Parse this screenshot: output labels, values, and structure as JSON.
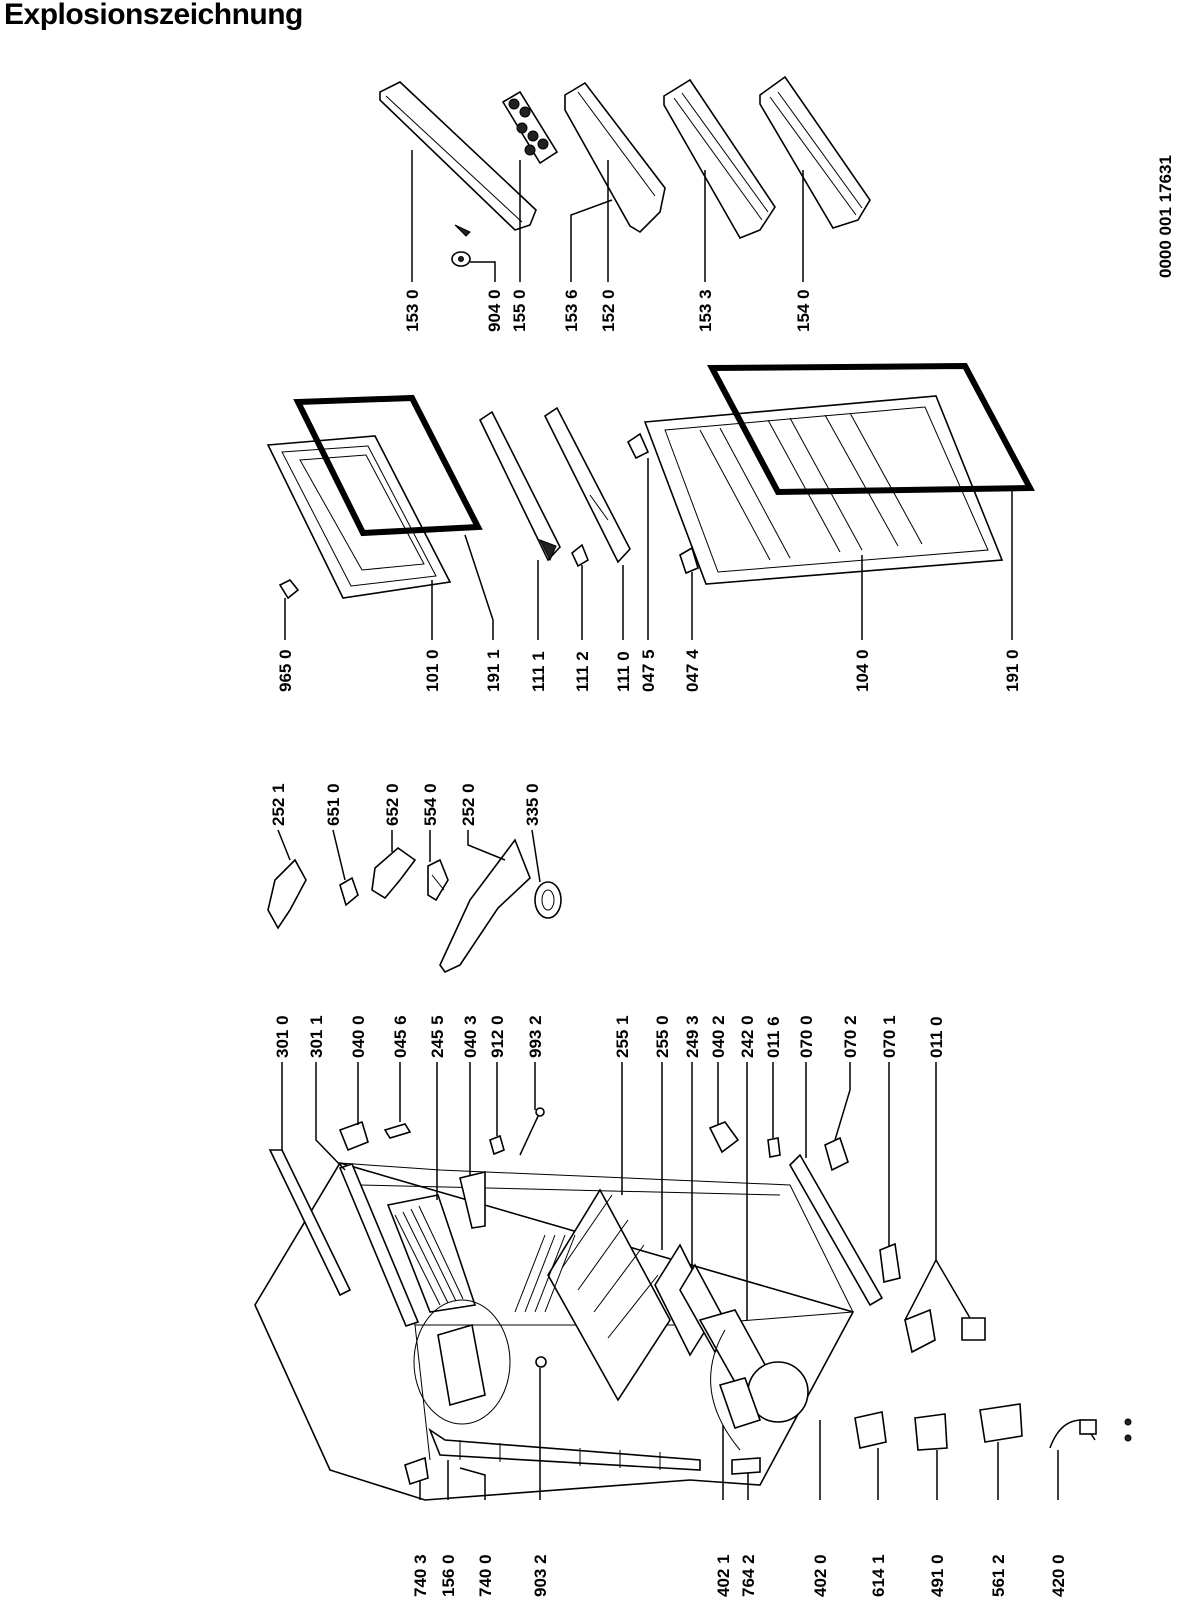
{
  "title": "Explosionszeichnung",
  "document_code": "0000 001 17631",
  "parts": [
    {
      "id": "p1530",
      "label": "153 0"
    },
    {
      "id": "p9040",
      "label": "904 0"
    },
    {
      "id": "p1550",
      "label": "155 0"
    },
    {
      "id": "p1536",
      "label": "153 6"
    },
    {
      "id": "p1520",
      "label": "152 0"
    },
    {
      "id": "p1533",
      "label": "153 3"
    },
    {
      "id": "p1540",
      "label": "154 0"
    },
    {
      "id": "p9650",
      "label": "965 0"
    },
    {
      "id": "p1010",
      "label": "101 0"
    },
    {
      "id": "p1911",
      "label": "191 1"
    },
    {
      "id": "p1111",
      "label": "111 1"
    },
    {
      "id": "p1112",
      "label": "111 2"
    },
    {
      "id": "p1110",
      "label": "111 0"
    },
    {
      "id": "p0475",
      "label": "047 5"
    },
    {
      "id": "p0474",
      "label": "047 4"
    },
    {
      "id": "p1040",
      "label": "104 0"
    },
    {
      "id": "p1910",
      "label": "191 0"
    },
    {
      "id": "p2521",
      "label": "252 1"
    },
    {
      "id": "p6510",
      "label": "651 0"
    },
    {
      "id": "p6520",
      "label": "652 0"
    },
    {
      "id": "p5540",
      "label": "554 0"
    },
    {
      "id": "p2520",
      "label": "252 0"
    },
    {
      "id": "p3350",
      "label": "335 0"
    },
    {
      "id": "p3010",
      "label": "301 0"
    },
    {
      "id": "p3011",
      "label": "301 1"
    },
    {
      "id": "p0400",
      "label": "040 0"
    },
    {
      "id": "p0456",
      "label": "045 6"
    },
    {
      "id": "p2455",
      "label": "245 5"
    },
    {
      "id": "p0403",
      "label": "040 3"
    },
    {
      "id": "p9120",
      "label": "912 0"
    },
    {
      "id": "p9932",
      "label": "993 2"
    },
    {
      "id": "p2551",
      "label": "255 1"
    },
    {
      "id": "p2550",
      "label": "255 0"
    },
    {
      "id": "p2493",
      "label": "249 3"
    },
    {
      "id": "p0402",
      "label": "040 2"
    },
    {
      "id": "p2420",
      "label": "242 0"
    },
    {
      "id": "p0116",
      "label": "011 6"
    },
    {
      "id": "p0700",
      "label": "070 0"
    },
    {
      "id": "p0702",
      "label": "070 2"
    },
    {
      "id": "p0701",
      "label": "070 1"
    },
    {
      "id": "p0110",
      "label": "011 0"
    },
    {
      "id": "p7403",
      "label": "740 3"
    },
    {
      "id": "p1560",
      "label": "156 0"
    },
    {
      "id": "p7400",
      "label": "740 0"
    },
    {
      "id": "p9032",
      "label": "903 2"
    },
    {
      "id": "p4021",
      "label": "402 1"
    },
    {
      "id": "p7642",
      "label": "764 2"
    },
    {
      "id": "p4020",
      "label": "402 0"
    },
    {
      "id": "p6141",
      "label": "614 1"
    },
    {
      "id": "p4910",
      "label": "491 0"
    },
    {
      "id": "p5612",
      "label": "561 2"
    },
    {
      "id": "p4200",
      "label": "420 0"
    }
  ]
}
